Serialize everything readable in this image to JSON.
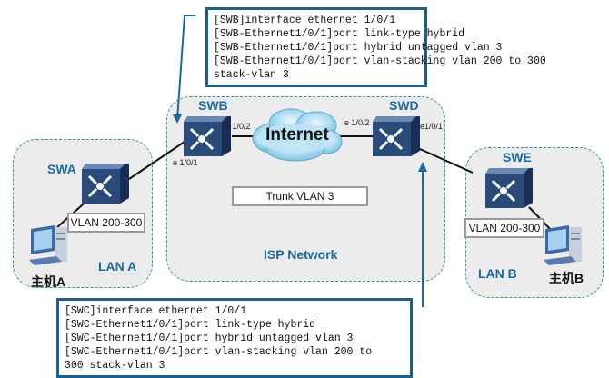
{
  "zones": {
    "lan_a": "LAN A",
    "isp": "ISP Network",
    "lan_b": "LAN B"
  },
  "devices": {
    "swa": "SWA",
    "swb": "SWB",
    "swd": "SWD",
    "swe": "SWE"
  },
  "cloud": "Internet",
  "ports": {
    "swb_left": "e 1/0/1",
    "swb_right": "e 1/0/2",
    "swd_left": "e 1/0/2",
    "swd_right": "e1/0/1"
  },
  "tags": {
    "trunk": "Trunk VLAN 3",
    "vlan_a": "VLAN 200-300",
    "vlan_b": "VLAN 200-300"
  },
  "hosts": {
    "host_a": "主机A",
    "host_b": "主机B"
  },
  "config_swb": {
    "lines": [
      "[SWB]interface ethernet 1/0/1",
      "[SWB-Ethernet1/0/1]port link-type hybrid",
      "[SWB-Ethernet1/0/1]port hybrid untagged vlan 3",
      "[SWB-Ethernet1/0/1]port vlan-stacking vlan 200 to 300",
      "stack-vlan 3"
    ]
  },
  "config_swc": {
    "lines": [
      "[SWC]interface ethernet 1/0/1",
      "[SWC-Ethernet1/0/1]port link-type hybrid",
      "[SWC-Ethernet1/0/1]port hybrid untagged vlan 3",
      "[SWC-Ethernet1/0/1]port vlan-stacking vlan 200 to",
      "300 stack-vlan 3"
    ]
  },
  "colors": {
    "zone_border": "#2a9aa0",
    "label_blue": "#1a6aa0",
    "code_border": "#1a5f8f"
  }
}
